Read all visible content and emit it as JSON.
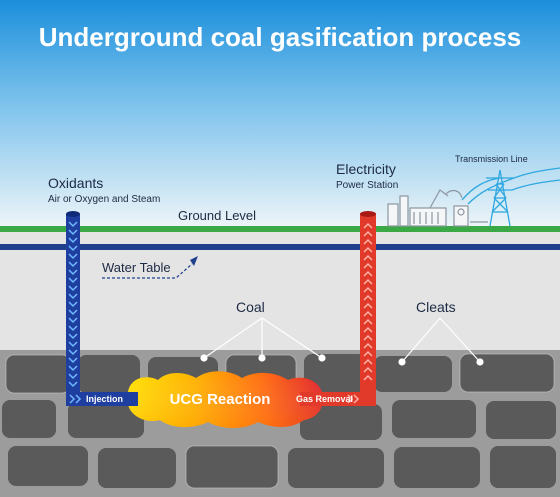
{
  "title": "Underground coal gasification process",
  "labels": {
    "oxidants": "Oxidants",
    "oxidants_sub": "Air or Oxygen and Steam",
    "ground_level": "Ground Level",
    "water_table": "Water Table",
    "electricity": "Electricity",
    "power_station": "Power Station",
    "transmission_line": "Transmission Line",
    "coal": "Coal",
    "cleats": "Cleats",
    "injection": "Injection",
    "ucg_reaction": "UCG Reaction",
    "gas_removal": "Gas Removal"
  },
  "colors": {
    "sky_top": "#1e90dc",
    "sky_bottom": "#e9f3f8",
    "ground_line": "#3aa844",
    "water_line": "#1f3f8c",
    "soil": "#e3e3e3",
    "coal_seam": "#9a9a9a",
    "coal_block": "#595959",
    "injection_pipe": "#1f3fa0",
    "gas_pipe": "#e23a2a",
    "title_text": "#ffffff"
  }
}
